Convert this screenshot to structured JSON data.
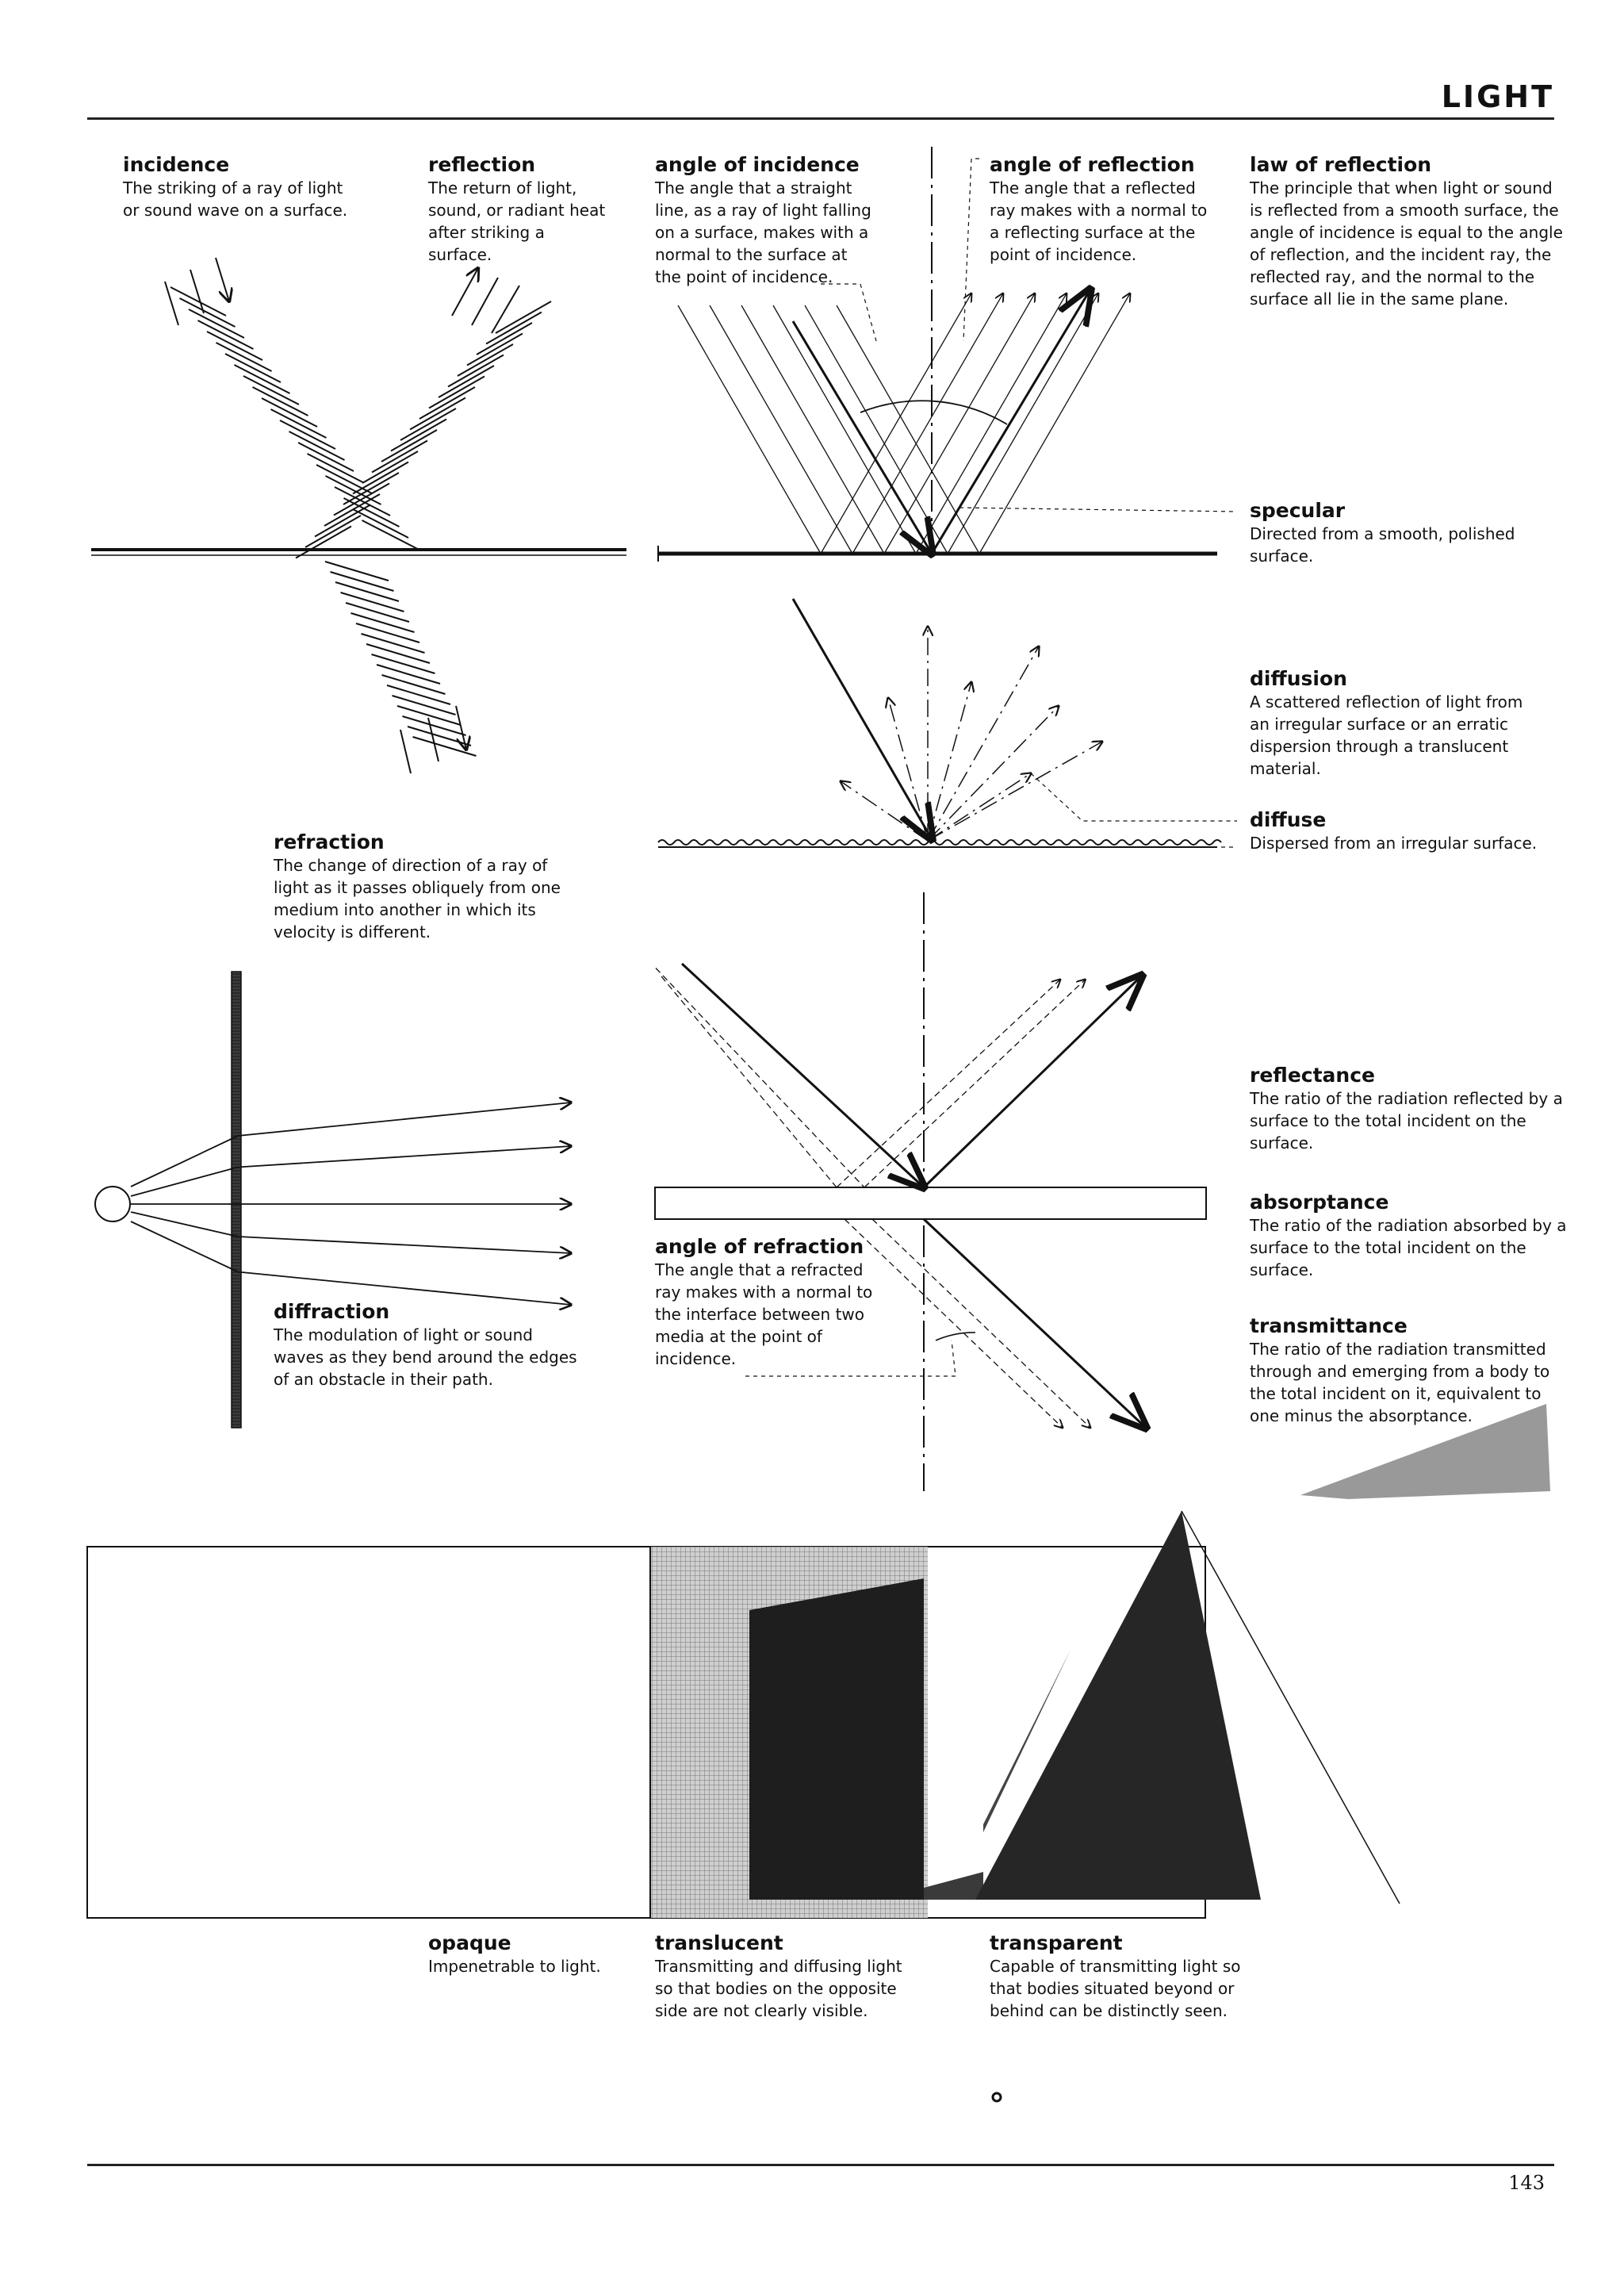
{
  "header": {
    "title": "LIGHT"
  },
  "page_number": "143",
  "terms": {
    "incidence": {
      "term": "incidence",
      "def": "The striking of a ray of light\nor sound wave on a surface."
    },
    "reflection": {
      "term": "reflection",
      "def": "The return of light,\nsound, or radiant heat\nafter striking a\nsurface."
    },
    "angle_of_incidence": {
      "term": "angle of incidence",
      "def": "The angle that a straight\nline, as a ray of light falling\non a surface, makes with a\nnormal to the surface at\nthe point of incidence."
    },
    "angle_of_reflection": {
      "term": "angle of reflection",
      "def": "The angle that a reflected\nray makes with a normal to\na reflecting surface at the\npoint of incidence."
    },
    "law_of_reflection": {
      "term": "law of reflection",
      "def": "The principle that when light or sound\nis reflected from a smooth surface, the\nangle of incidence is equal to the angle\nof reflection, and the incident ray, the\nreflected ray, and the normal to the\nsurface all lie in the same plane."
    },
    "specular": {
      "term": "specular",
      "def": "Directed from a smooth, polished\nsurface."
    },
    "diffusion": {
      "term": "diffusion",
      "def": "A scattered reflection of light from\nan irregular surface or an erratic\ndispersion through a translucent\nmaterial."
    },
    "diffuse": {
      "term": "diffuse",
      "def": "Dispersed from an irregular surface."
    },
    "refraction": {
      "term": "refraction",
      "def": "The change of direction of a ray of\nlight as it passes obliquely from one\nmedium into another in which its\nvelocity is different."
    },
    "reflectance": {
      "term": "reflectance",
      "def": "The ratio of the radiation reflected by a\nsurface to the total incident on the\nsurface."
    },
    "absorptance": {
      "term": "absorptance",
      "def": "The ratio of the radiation absorbed by a\nsurface to the total incident on the\nsurface."
    },
    "transmittance": {
      "term": "transmittance",
      "def": "The ratio of the radiation transmitted\nthrough and emerging from a body to\nthe total incident on it, equivalent to\none minus the absorptance."
    },
    "angle_of_refraction": {
      "term": "angle of refraction",
      "def": "The angle that a refracted\nray makes with a normal to\nthe interface between two\nmedia at the point of\nincidence."
    },
    "diffraction": {
      "term": "diffraction",
      "def": "The modulation of light or sound\nwaves as they bend around the edges\nof an obstacle in their path."
    },
    "opaque": {
      "term": "opaque",
      "def": "Impenetrable to light."
    },
    "translucent": {
      "term": "translucent",
      "def": "Transmitting and diffusing light\nso that bodies on the opposite\nside are not clearly visible."
    },
    "transparent": {
      "term": "transparent",
      "def": "Capable of transmitting light so\nthat bodies situated beyond or\nbehind can be distinctly seen."
    }
  }
}
